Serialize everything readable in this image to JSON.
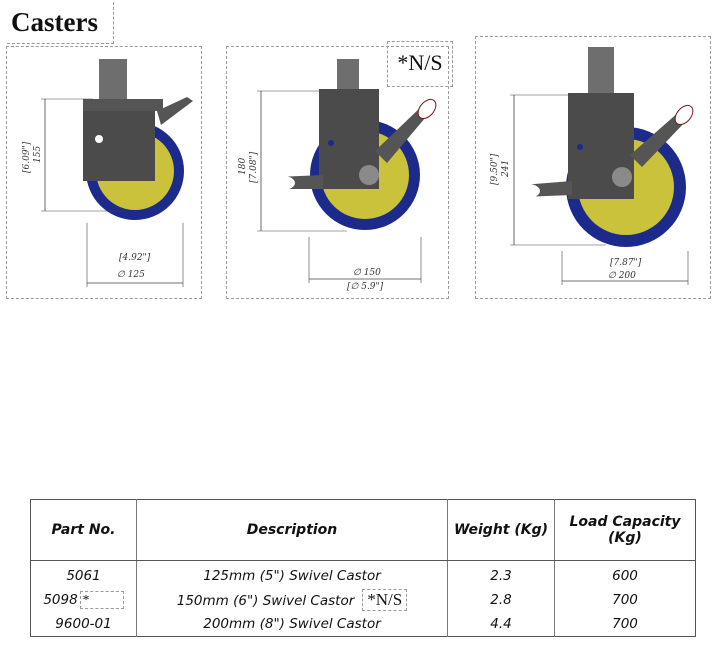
{
  "page": {
    "title": "Casters"
  },
  "panels": [
    {
      "id": "p125",
      "height_mm": "155",
      "height_in": "[6.09\"]",
      "dia_in": "[4.92\"]",
      "dia_mm": "∅ 125"
    },
    {
      "id": "p150",
      "height_mm": "180",
      "height_in": "[7.08\"]",
      "dia_mm": "∅ 150",
      "dia_in": "[∅ 5.9\"]",
      "note": "*N/S"
    },
    {
      "id": "p200",
      "height_mm": "241",
      "height_in": "[9.50\"]",
      "dia_in": "[7.87\"]",
      "dia_mm": "∅ 200"
    }
  ],
  "table": {
    "headers": [
      "Part No.",
      "Description",
      "Weight (Kg)",
      "Load Capacity (Kg)"
    ],
    "rows": [
      {
        "part": "5061",
        "part_mark": "",
        "description": "125mm (5\") Swivel Castor",
        "desc_mark": "",
        "weight": "2.3",
        "load": "600"
      },
      {
        "part": "5098",
        "part_mark": "*",
        "description": "150mm (6\") Swivel Castor",
        "desc_mark": "*N/S",
        "weight": "2.8",
        "load": "700"
      },
      {
        "part": "9600-01",
        "part_mark": "",
        "description": "200mm (8\") Swivel Castor",
        "desc_mark": "",
        "weight": "4.4",
        "load": "700"
      }
    ]
  },
  "colors": {
    "wheel_outer": "#1c2a8c",
    "wheel_inner": "#c9c23a",
    "body": "#4b4b4b",
    "stem": "#6e6e6e"
  }
}
